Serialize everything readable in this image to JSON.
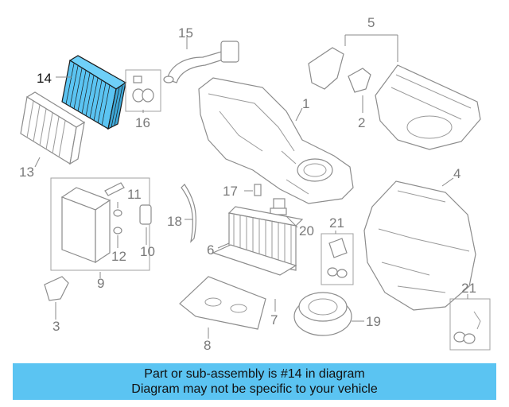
{
  "callouts": {
    "c1": "1",
    "c2": "2",
    "c3": "3",
    "c4": "4",
    "c5": "5",
    "c6": "6",
    "c7": "7",
    "c8": "8",
    "c9": "9",
    "c10": "10",
    "c11": "11",
    "c12": "12",
    "c13": "13",
    "c14": "14",
    "c15": "15",
    "c16": "16",
    "c17": "17",
    "c18": "18",
    "c19": "19",
    "c20": "20",
    "c21a": "21",
    "c21b": "21"
  },
  "highlight": {
    "part_number": "14",
    "color": "#5bc4f2"
  },
  "banner": {
    "line1": "Part or sub-assembly is #14 in diagram",
    "line2": "Diagram may not be specific to your vehicle"
  },
  "colors": {
    "banner_bg": "#5bc4f2",
    "line_art": "#8c8c8c",
    "label": "#7a7a7a"
  }
}
